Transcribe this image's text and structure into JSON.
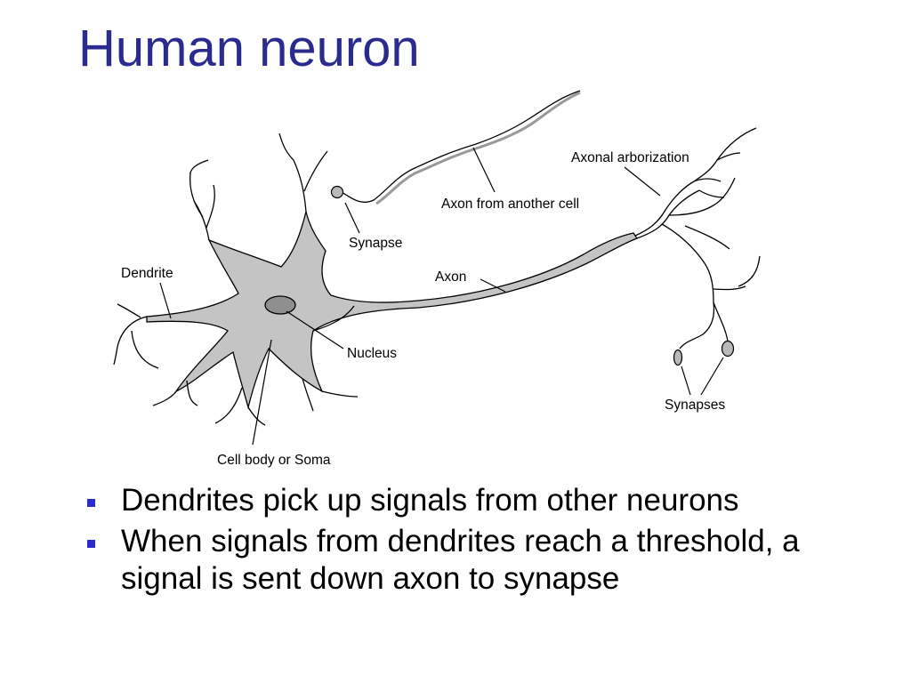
{
  "slide": {
    "title": "Human neuron",
    "accent_color": "#2b2b8f",
    "bullet_color": "#2b2bd0"
  },
  "diagram": {
    "labels": {
      "axonal_arborization": "Axonal arborization",
      "axon_from_another_cell": "Axon from another cell",
      "synapse": "Synapse",
      "dendrite": "Dendrite",
      "axon": "Axon",
      "nucleus": "Nucleus",
      "synapses": "Synapses",
      "cell_body": "Cell body or Soma"
    }
  },
  "bullets": [
    "Dendrites pick up signals from other neurons",
    "When signals from dendrites reach a threshold, a signal is sent down axon to synapse"
  ]
}
